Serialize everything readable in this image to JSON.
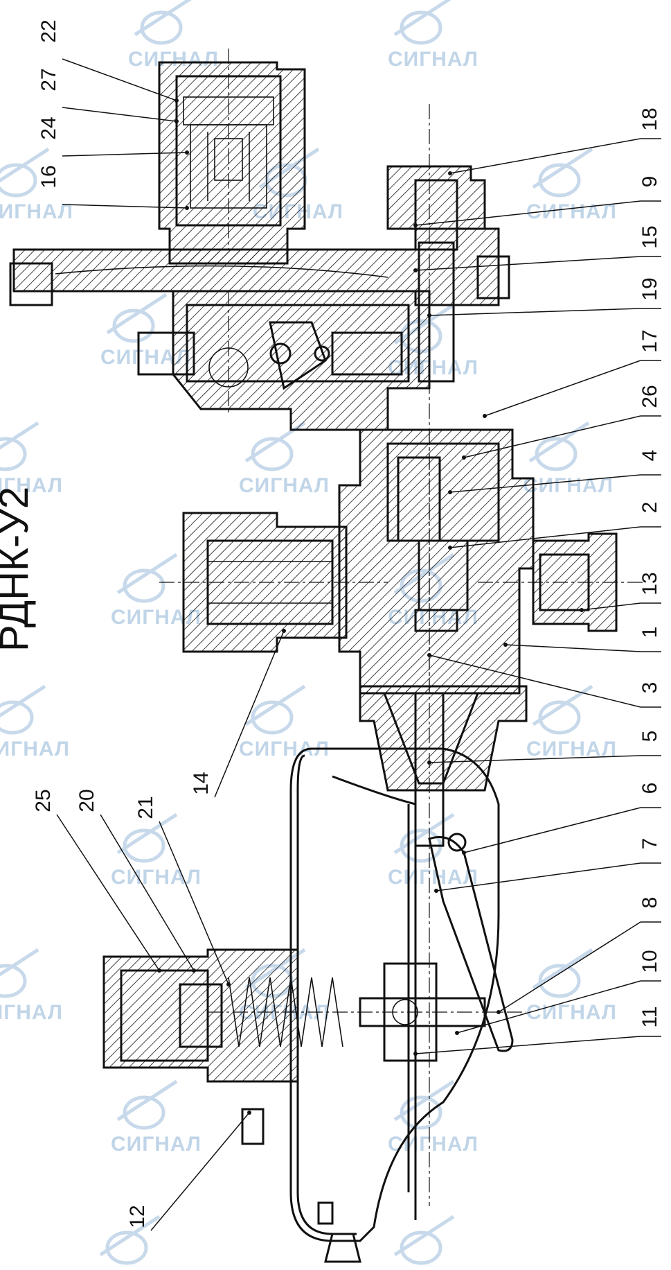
{
  "title": "РДНК-У2",
  "watermark": {
    "text": "СИГНАЛ",
    "icon": "signal-logo-icon"
  },
  "callouts": {
    "right": [
      "18",
      "9",
      "15",
      "19",
      "17",
      "26",
      "4",
      "2",
      "13",
      "1",
      "3",
      "5",
      "6",
      "7",
      "8",
      "10",
      "11"
    ],
    "top_left": [
      "22",
      "27",
      "24",
      "16"
    ],
    "left": [
      "25",
      "20",
      "21",
      "14",
      "12"
    ]
  },
  "colors": {
    "line": "#111111",
    "watermark": "#8fb4d6"
  }
}
